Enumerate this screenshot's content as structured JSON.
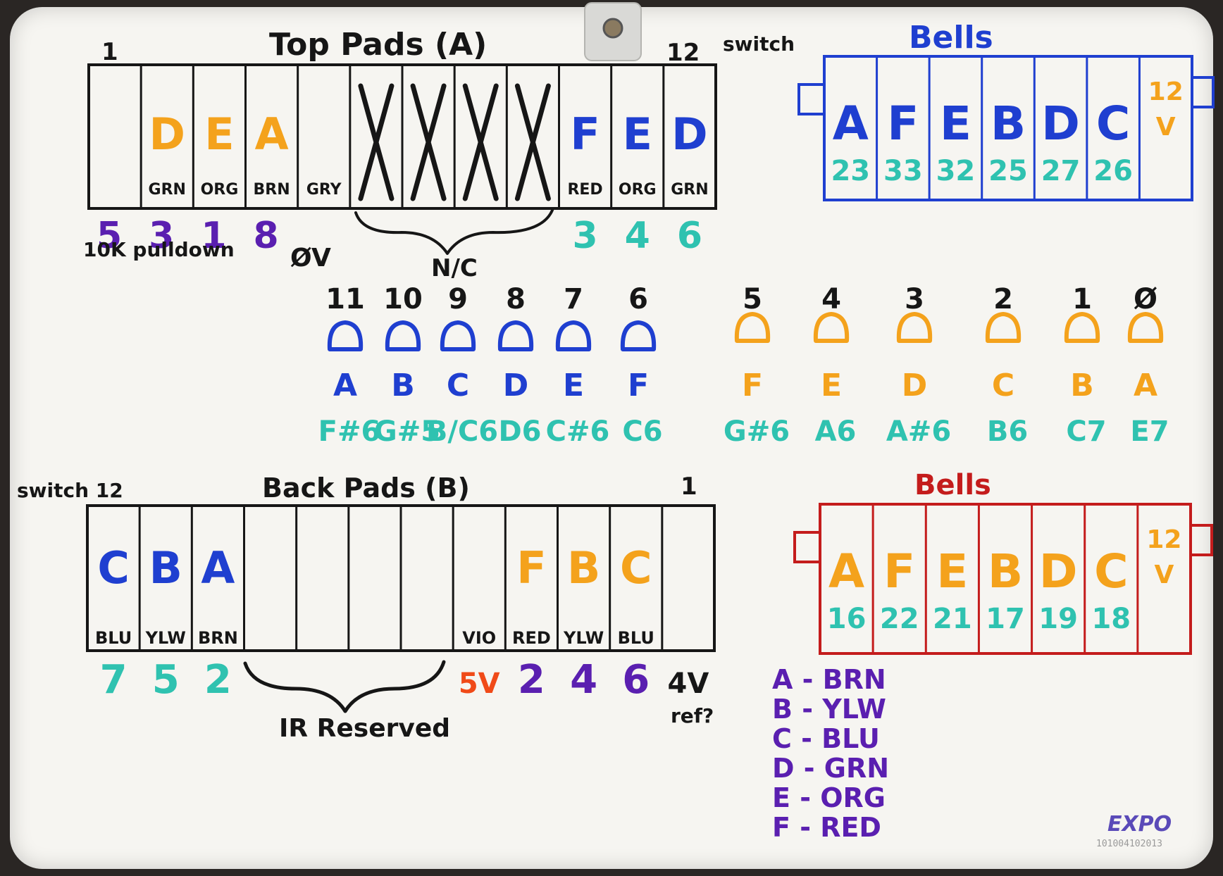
{
  "colors": {
    "black": "#161616",
    "blue": "#1f3fd0",
    "orange": "#f4a21c",
    "teal": "#2fc2b0",
    "purple": "#5a1fb0",
    "red": "#c41c1c",
    "redorange": "#f04a18"
  },
  "top_pads": {
    "title": "Top Pads (A)",
    "num_left": "1",
    "num_right": "12",
    "switch_label": "switch",
    "letters": [
      "",
      "D",
      "E",
      "A",
      "",
      "",
      "",
      "",
      "",
      "F",
      "E",
      "D"
    ],
    "letter_colors": [
      "orange",
      "orange",
      "orange",
      "orange",
      "orange",
      "black",
      "black",
      "black",
      "black",
      "blue",
      "blue",
      "blue"
    ],
    "wires": [
      "",
      "GRN",
      "ORG",
      "BRN",
      "GRY",
      "",
      "",
      "",
      "",
      "RED",
      "ORG",
      "GRN"
    ],
    "numbers": [
      "5",
      "3",
      "1",
      "8",
      "",
      "",
      "",
      "",
      "",
      "3",
      "4",
      "6"
    ],
    "number_colors": [
      "purple",
      "purple",
      "purple",
      "purple",
      "",
      "",
      "",
      "",
      "",
      "teal",
      "teal",
      "teal"
    ],
    "pulldown": "10K pulldown",
    "zero_v": "ØV",
    "nc": "N/C"
  },
  "bells_top": {
    "title": "Bells",
    "letters": [
      "A",
      "F",
      "E",
      "B",
      "D",
      "C"
    ],
    "numbers": [
      "23",
      "33",
      "32",
      "25",
      "27",
      "26"
    ],
    "volt": "12 V"
  },
  "blue_bells": {
    "indices": [
      "11",
      "10",
      "9",
      "8",
      "7",
      "6"
    ],
    "letters": [
      "A",
      "B",
      "C",
      "D",
      "E",
      "F"
    ],
    "notes": [
      "F#6",
      "G#5",
      "B/C6",
      "D6",
      "C#6",
      "C6"
    ]
  },
  "orange_bells": {
    "indices": [
      "5",
      "4",
      "3",
      "2",
      "1",
      "Ø"
    ],
    "letters": [
      "F",
      "E",
      "D",
      "C",
      "B",
      "A"
    ],
    "notes": [
      "G#6",
      "A6",
      "A#6",
      "B6",
      "C7",
      "E7"
    ]
  },
  "back_pads": {
    "title": "Back Pads (B)",
    "switch_label": "switch 12",
    "num_right": "1",
    "letters": [
      "C",
      "B",
      "A",
      "",
      "",
      "",
      "",
      "",
      "F",
      "B",
      "C",
      ""
    ],
    "letter_colors": [
      "blue",
      "blue",
      "blue",
      "",
      "",
      "",
      "",
      "",
      "orange",
      "orange",
      "orange",
      ""
    ],
    "wires": [
      "BLU",
      "YLW",
      "BRN",
      "",
      "",
      "",
      "",
      "VIO",
      "RED",
      "YLW",
      "BLU",
      ""
    ],
    "numbers": [
      "7",
      "5",
      "2",
      "",
      "",
      "",
      "",
      "5V",
      "2",
      "4",
      "6",
      "4V"
    ],
    "number_colors": [
      "teal",
      "teal",
      "teal",
      "",
      "",
      "",
      "",
      "redorange",
      "purple",
      "purple",
      "purple",
      "black"
    ],
    "ir_label": "IR Reserved",
    "ref_label": "ref?"
  },
  "bells_bottom": {
    "title": "Bells",
    "letters": [
      "A",
      "F",
      "E",
      "B",
      "D",
      "C"
    ],
    "numbers": [
      "16",
      "22",
      "21",
      "17",
      "19",
      "18"
    ],
    "volt": "12 V"
  },
  "legend": [
    "A - BRN",
    "B - YLW",
    "C - BLU",
    "D - GRN",
    "E - ORG",
    "F - RED"
  ],
  "brand": {
    "name": "EXPO",
    "serial": "101004102013"
  }
}
